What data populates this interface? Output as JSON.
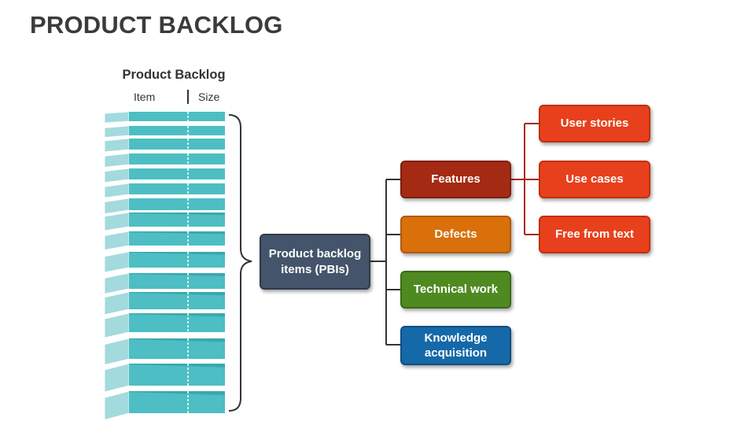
{
  "title": "PRODUCT BACKLOG",
  "backlog": {
    "heading": "Product Backlog",
    "columns": {
      "item": "Item",
      "size": "Size"
    }
  },
  "root": {
    "label": "Product backlog items (PBIs)"
  },
  "categories": {
    "features": "Features",
    "defects": "Defects",
    "technical": "Technical work",
    "knowledge": "Knowledge acquisition"
  },
  "feature_types": {
    "user_stories": "User stories",
    "use_cases": "Use cases",
    "free_text": "Free from text"
  },
  "colors": {
    "pbi": "#44546a",
    "features": "#a52a13",
    "defects": "#d9700a",
    "technical": "#4f8a21",
    "knowledge": "#1669a8",
    "feature_types": "#e8401c",
    "stack": "#4dbec3"
  }
}
